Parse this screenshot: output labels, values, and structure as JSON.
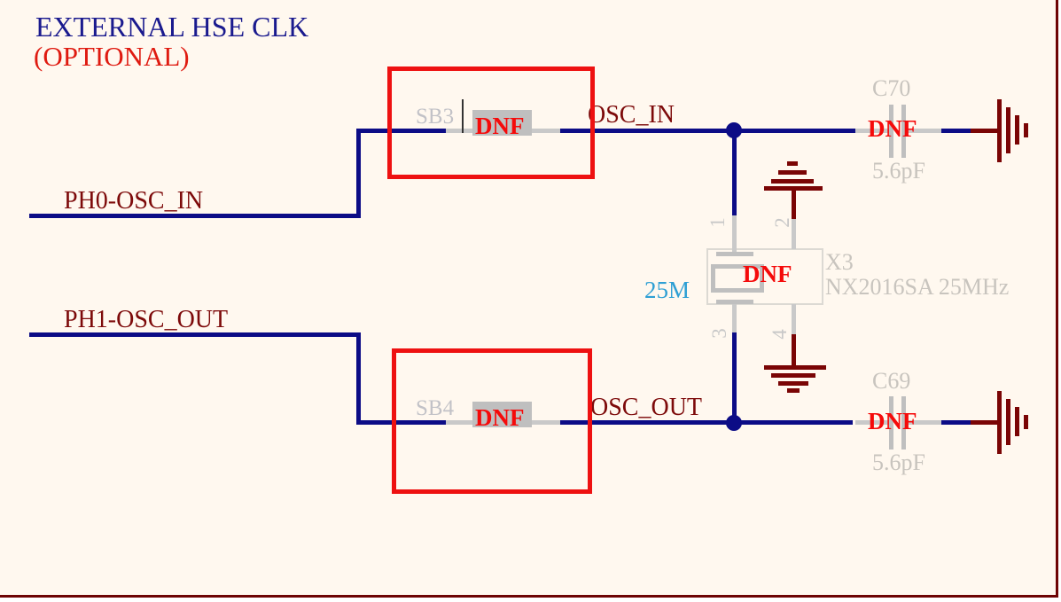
{
  "header": {
    "title": "EXTERNAL HSE CLK",
    "subtitle": "(OPTIONAL)"
  },
  "nets": {
    "ph0": "PH0-OSC_IN",
    "ph1": "PH1-OSC_OUT",
    "osc_in": "OSC_IN",
    "osc_out": "OSC_OUT"
  },
  "components": {
    "sb3": {
      "ref": "SB3",
      "value": "DNF"
    },
    "sb4": {
      "ref": "SB4",
      "value": "DNF"
    },
    "c70": {
      "ref": "C70",
      "fitted": "DNF",
      "value": "5.6pF"
    },
    "c69": {
      "ref": "C69",
      "fitted": "DNF",
      "value": "5.6pF"
    },
    "x3": {
      "ref": "X3",
      "part": "NX2016SA 25MHz",
      "fitted": "DNF",
      "freq": "25M",
      "pins": [
        "1",
        "2",
        "3",
        "4"
      ]
    }
  },
  "colors": {
    "background": "#FFF8EF",
    "wire_blue": "#0C0C86",
    "net_label_maroon": "#7D0A0A",
    "ground_maroon": "#7A0505",
    "component_gray": "#C8C4BE",
    "dnf_red": "#F50A0A",
    "highlight_red": "#EE1111",
    "value_blue": "#2E9FD4",
    "title_blue": "#1A1A8E",
    "sheet_border": "#6E0404"
  }
}
